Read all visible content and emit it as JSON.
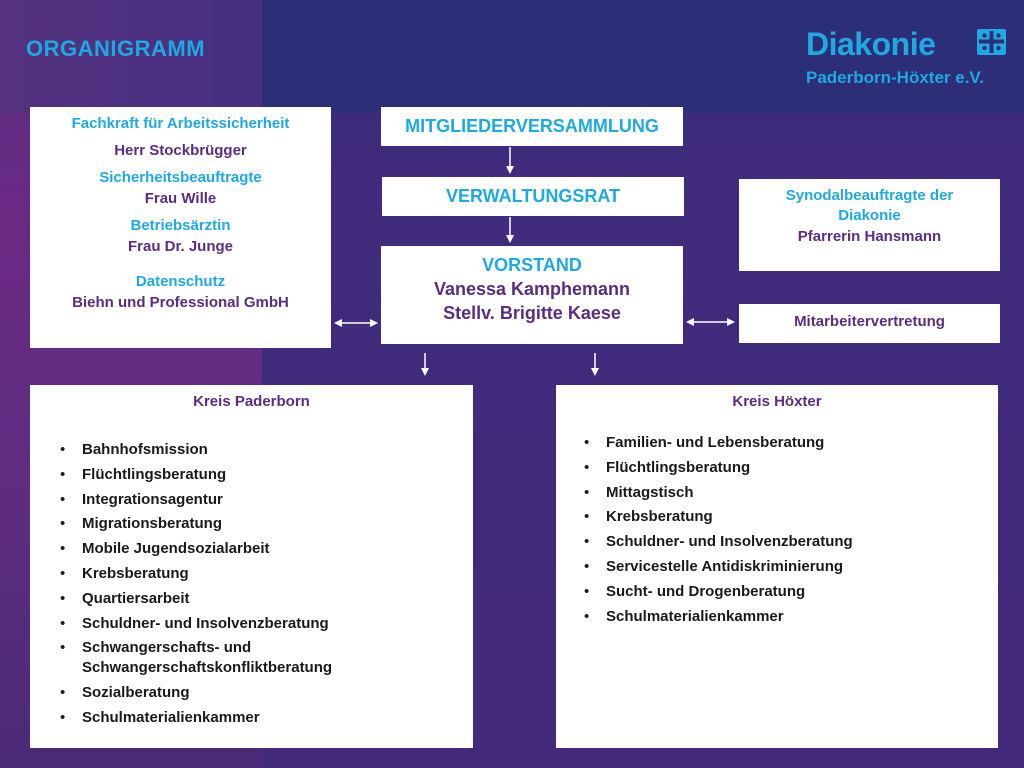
{
  "title": "ORGANIGRAMM",
  "logo": {
    "name": "Diakonie",
    "subtitle": "Paderborn-Höxter e.V."
  },
  "staff_box": {
    "lines": [
      {
        "text": "Fachkraft für Arbeitssicherheit",
        "style": "cyan"
      },
      {
        "text": "Herr Stockbrügger",
        "style": "purple"
      },
      {
        "text": "Sicherheitsbeauftragte",
        "style": "cyan"
      },
      {
        "text": "Frau Wille",
        "style": "purple"
      },
      {
        "text": "Betriebsärztin",
        "style": "cyan"
      },
      {
        "text": "Frau Dr. Junge",
        "style": "purple"
      },
      {
        "text": "Datenschutz",
        "style": "cyan"
      },
      {
        "text": "Biehn und Professional GmbH",
        "style": "purple"
      }
    ]
  },
  "mitgliederversammlung": "MITGLIEDERVERSAMMLUNG",
  "verwaltungsrat": "VERWALTUNGSRAT",
  "vorstand": {
    "title": "VORSTAND",
    "name": "Vanessa Kamphemann",
    "deputy": "Stellv. Brigitte Kaese"
  },
  "synodal": {
    "line1": "Synodalbeauftragte der",
    "line2": "Diakonie",
    "line3": "Pfarrerin Hansmann"
  },
  "mitarbeitervertretung": "Mitarbeitervertretung",
  "kreis_paderborn": {
    "title": "Kreis Paderborn",
    "items": [
      "Bahnhofsmission",
      "Flüchtlingsberatung",
      "Integrationsagentur",
      "Migrationsberatung",
      "Mobile Jugendsozialarbeit",
      "Krebsberatung",
      "Quartiersarbeit",
      "Schuldner- und Insolvenzberatung",
      "Schwangerschafts- und Schwangerschaftskonfliktberatung",
      "Sozialberatung",
      "Schulmaterialienkammer"
    ]
  },
  "kreis_hoexter": {
    "title": "Kreis Höxter",
    "items": [
      "Familien- und Lebensberatung",
      "Flüchtlingsberatung",
      "Mittagstisch",
      "Krebsberatung",
      "Schuldner- und Insolvenzberatung",
      "Servicestelle Antidiskriminierung",
      "Sucht- und Drogenberatung",
      "Schulmaterialienkammer"
    ]
  },
  "colors": {
    "accent_cyan": "#1fa9e1",
    "accent_purple": "#5a2d82",
    "background": "#3b2a78"
  }
}
